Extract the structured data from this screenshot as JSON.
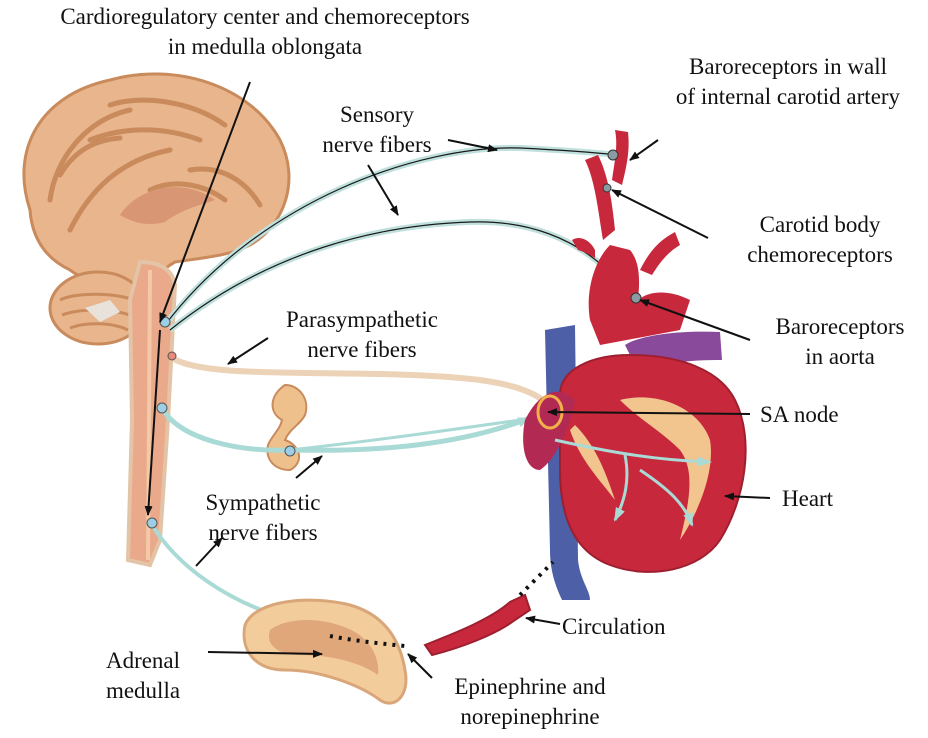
{
  "labels": {
    "cardio_center_line1": "Cardioregulatory center and chemoreceptors",
    "cardio_center_line2": "in medulla oblongata",
    "baroreceptors_carotid_line1": "Baroreceptors in wall",
    "baroreceptors_carotid_line2": "of internal carotid artery",
    "sensory_line1": "Sensory",
    "sensory_line2": "nerve fibers",
    "carotid_body_line1": "Carotid body",
    "carotid_body_line2": "chemoreceptors",
    "parasympathetic_line1": "Parasympathetic",
    "parasympathetic_line2": "nerve fibers",
    "baroreceptors_aorta_line1": "Baroreceptors",
    "baroreceptors_aorta_line2": "in aorta",
    "sa_node": "SA node",
    "heart": "Heart",
    "sympathetic_line1": "Sympathetic",
    "sympathetic_line2": "nerve fibers",
    "circulation": "Circulation",
    "adrenal_line1": "Adrenal",
    "adrenal_line2": "medulla",
    "epinephrine_line1": "Epinephrine and",
    "epinephrine_line2": "norepinephrine"
  },
  "colors": {
    "brain": "#e8b58c",
    "brain_fold": "#c98a5c",
    "spinal_cord": "#e9a98a",
    "sensory_fiber": "#bfe0dc",
    "parasympathetic_fiber": "#ecd3b7",
    "sympathetic_fiber": "#a9dad5",
    "heart_red": "#c8283c",
    "heart_fat": "#f2c58f",
    "vena_cava": "#4d5fa6",
    "aorta_purple": "#8a4a9b",
    "adrenal": "#e0a87a"
  }
}
